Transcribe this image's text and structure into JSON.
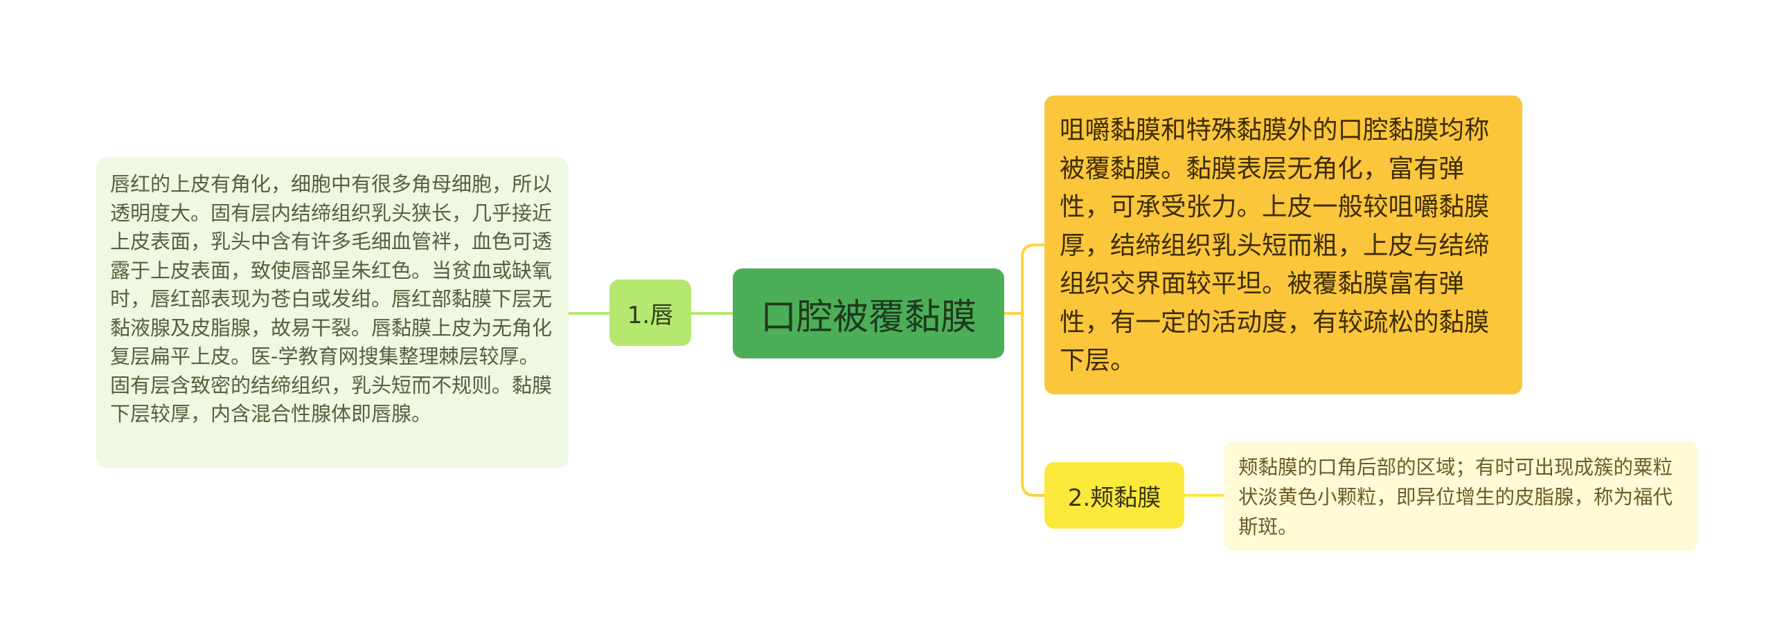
{
  "mindmap": {
    "center": {
      "label": "口腔被覆黏膜",
      "color": "#4caf58"
    },
    "intro": {
      "text": "咀嚼黏膜和特殊黏膜外的口腔黏膜均称被覆黏膜。黏膜表层无角化，富有弹性，可承受张力。上皮一般较咀嚼黏膜厚，结缔组织乳头短而粗，上皮与结缔组织交界面较平坦。被覆黏膜富有弹性，有一定的活动度，有较疏松的黏膜下层。",
      "color": "#fbc63b"
    },
    "branches": [
      {
        "label": "1.唇",
        "color": "#b5e86e",
        "detail": "唇红的上皮有角化，细胞中有很多角母细胞，所以透明度大。固有层内结缔组织乳头狭长，几乎接近上皮表面，乳头中含有许多毛细血管袢，血色可透露于上皮表面，致使唇部呈朱红色。当贫血或缺氧时，唇红部表现为苍白或发绀。唇红部黏膜下层无黏液腺及皮脂腺，故易干裂。唇黏膜上皮为无角化复层扁平上皮。医-学教育网搜集整理棘层较厚。固有层含致密的结缔组织，乳头短而不规则。黏膜下层较厚，内含混合性腺体即唇腺。",
        "detail_color": "#eef8e2"
      },
      {
        "label": "2.颊黏膜",
        "color": "#fbe93c",
        "detail": "颊黏膜的口角后部的区域；有时可出现成簇的粟粒状淡黄色小颗粒，即异位增生的皮脂腺，称为福代斯斑。",
        "detail_color": "#fffbd6"
      }
    ]
  }
}
